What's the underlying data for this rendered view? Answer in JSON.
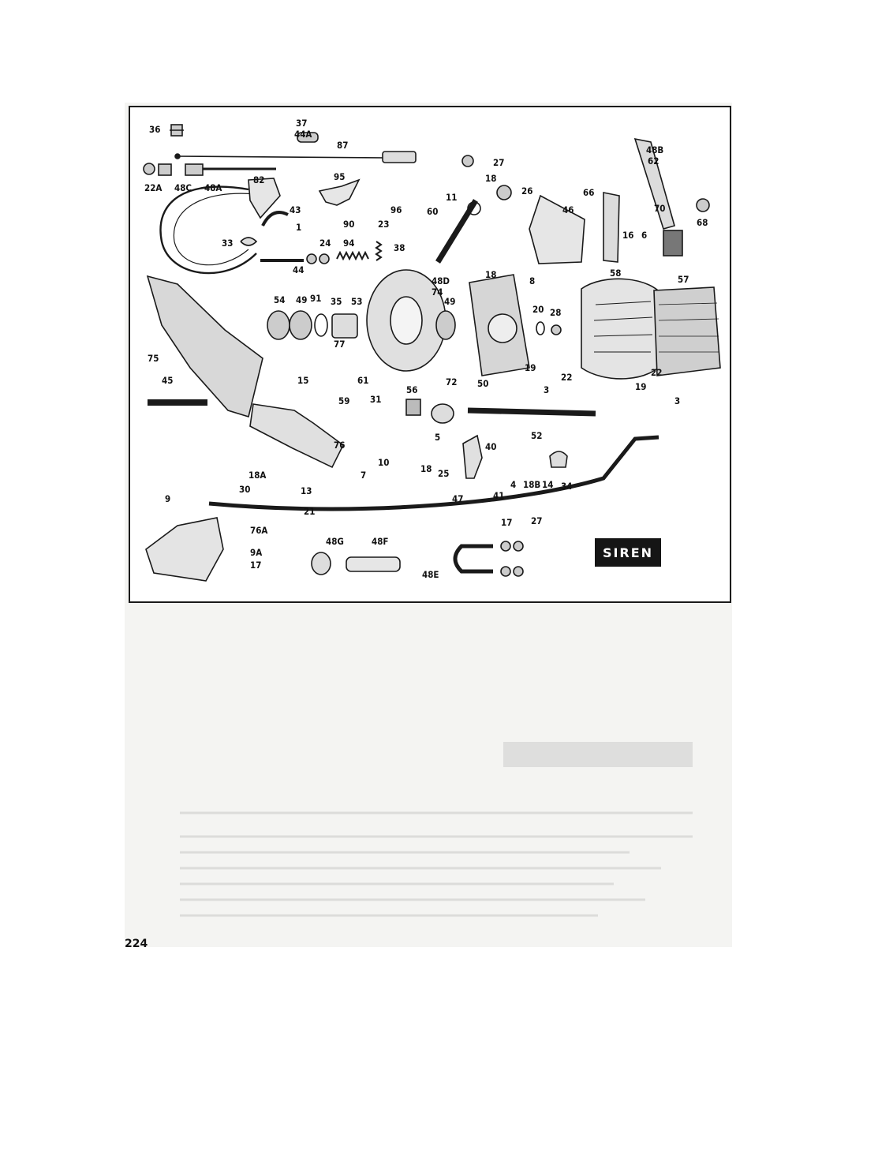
{
  "diagram": {
    "badge": "SIREN",
    "page_number": "224",
    "labels": [
      "36",
      "37",
      "44A",
      "87",
      "48B",
      "62",
      "22A",
      "48C",
      "48A",
      "82",
      "27",
      "18",
      "95",
      "11",
      "26",
      "66",
      "70",
      "68",
      "43",
      "1",
      "90",
      "96",
      "23",
      "60",
      "46",
      "16",
      "6",
      "33",
      "24",
      "94",
      "38",
      "44",
      "91",
      "18",
      "8",
      "58",
      "57",
      "48D",
      "54",
      "49",
      "35",
      "53",
      "74",
      "49",
      "20",
      "28",
      "77",
      "61",
      "50",
      "19",
      "22",
      "75",
      "45",
      "15",
      "59",
      "31",
      "56",
      "72",
      "3",
      "22",
      "19",
      "3",
      "5",
      "52",
      "40",
      "76",
      "18A",
      "10",
      "18",
      "25",
      "4",
      "18B",
      "14",
      "34",
      "30",
      "13",
      "7",
      "47",
      "9",
      "21",
      "41",
      "76A",
      "17",
      "27",
      "9A",
      "17",
      "48G",
      "48F",
      "48E"
    ]
  }
}
